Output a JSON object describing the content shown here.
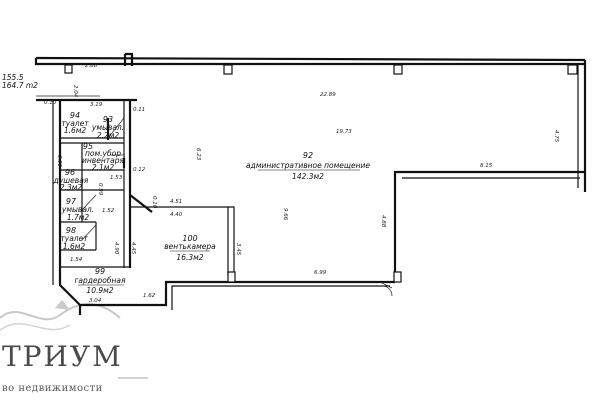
{
  "total_area": {
    "area1": "155.5",
    "area2": "164.7 m2"
  },
  "rooms": [
    {
      "no": "92",
      "name": "административное помещение",
      "area": "142.3м2"
    },
    {
      "no": "93",
      "name": "умывал.",
      "area": "2.2м2"
    },
    {
      "no": "94",
      "name": "туалет",
      "area": "1.6м2"
    },
    {
      "no": "95",
      "name": "пом.убор",
      "name2": "инвентаря",
      "area": "2.1м2"
    },
    {
      "no": "96",
      "name": "душевая",
      "area": "2.3м2"
    },
    {
      "no": "97",
      "name": "умывал.",
      "area": "1.7м2"
    },
    {
      "no": "98",
      "name": "туалет",
      "area": "1.6м2"
    },
    {
      "no": "99",
      "name": "гардеробная",
      "area": "10.9м2"
    },
    {
      "no": "100",
      "name": "вентькамера",
      "area": "16.3м2"
    }
  ],
  "dimensions": [
    "2.88",
    "22.89",
    "19.73",
    "4.75",
    "8.15",
    "6.23",
    "9.66",
    "4.88",
    "6.99",
    "3.45",
    "4.51",
    "4.40",
    "4.90",
    "4.45",
    "1.62",
    "3.04",
    "1.54",
    "1.52",
    "1.53",
    "0.99",
    "3.19",
    "0.11",
    "0.12",
    "0.10",
    "2.04",
    "0.10",
    "3.99"
  ],
  "logo": {
    "name": "ТРИУМ",
    "tagline": "во недвижимости"
  }
}
